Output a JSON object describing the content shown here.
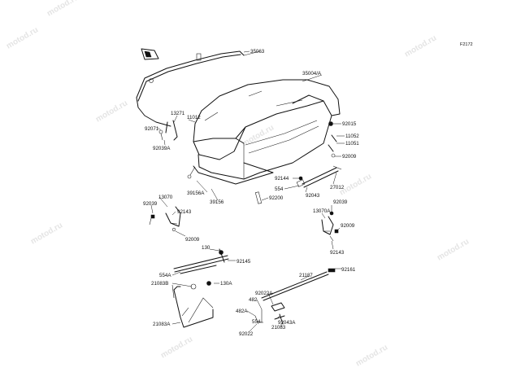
{
  "figure_id": "F2172",
  "watermark_text": "motod.ru",
  "labels": [
    {
      "id": "35063",
      "text": "35063"
    },
    {
      "id": "35004A",
      "text": "35004/A"
    },
    {
      "id": "13271",
      "text": "13271"
    },
    {
      "id": "11012",
      "text": "11012"
    },
    {
      "id": "92071",
      "text": "92071"
    },
    {
      "id": "92039A",
      "text": "92039A"
    },
    {
      "id": "92015",
      "text": "92015"
    },
    {
      "id": "11052",
      "text": "11052"
    },
    {
      "id": "11051",
      "text": "11051"
    },
    {
      "id": "92009a",
      "text": "92009"
    },
    {
      "id": "92144",
      "text": "92144"
    },
    {
      "id": "27012",
      "text": "27012"
    },
    {
      "id": "554a",
      "text": "554"
    },
    {
      "id": "92043a",
      "text": "92043"
    },
    {
      "id": "92200",
      "text": "92200"
    },
    {
      "id": "39156A",
      "text": "39156A"
    },
    {
      "id": "39156",
      "text": "39156"
    },
    {
      "id": "13070",
      "text": "13070"
    },
    {
      "id": "92039b",
      "text": "92039"
    },
    {
      "id": "92143a",
      "text": "92143"
    },
    {
      "id": "92009b",
      "text": "92009"
    },
    {
      "id": "92039c",
      "text": "92039"
    },
    {
      "id": "13070A",
      "text": "13070A"
    },
    {
      "id": "92009c",
      "text": "92009"
    },
    {
      "id": "92143b",
      "text": "92143"
    },
    {
      "id": "130a",
      "text": "130"
    },
    {
      "id": "92145",
      "text": "92145"
    },
    {
      "id": "554A",
      "text": "554A"
    },
    {
      "id": "21083B",
      "text": "21083B"
    },
    {
      "id": "130A",
      "text": "130A"
    },
    {
      "id": "21083A",
      "text": "21083A"
    },
    {
      "id": "92161",
      "text": "92161"
    },
    {
      "id": "21187",
      "text": "21187"
    },
    {
      "id": "92022A",
      "text": "92022A"
    },
    {
      "id": "482a",
      "text": "482"
    },
    {
      "id": "482A",
      "text": "482A"
    },
    {
      "id": "554b",
      "text": "554"
    },
    {
      "id": "92043A",
      "text": "92043A"
    },
    {
      "id": "21083",
      "text": "21083"
    },
    {
      "id": "92022",
      "text": "92022"
    }
  ]
}
